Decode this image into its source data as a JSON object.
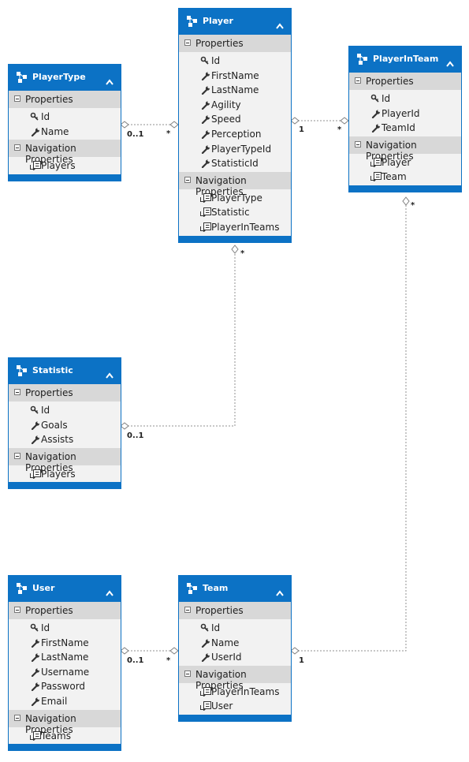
{
  "entities": [
    {
      "id": "playertype",
      "name": "PlayerType",
      "properties": [
        {
          "name": "Id",
          "key": true
        },
        {
          "name": "Name",
          "key": false
        }
      ],
      "navigation": [
        "Players"
      ]
    },
    {
      "id": "player",
      "name": "Player",
      "properties": [
        {
          "name": "Id",
          "key": true
        },
        {
          "name": "FirstName",
          "key": false
        },
        {
          "name": "LastName",
          "key": false
        },
        {
          "name": "Agility",
          "key": false
        },
        {
          "name": "Speed",
          "key": false
        },
        {
          "name": "Perception",
          "key": false
        },
        {
          "name": "PlayerTypeId",
          "key": false
        },
        {
          "name": "StatisticId",
          "key": false
        }
      ],
      "navigation": [
        "PlayerType",
        "Statistic",
        "PlayerInTeams"
      ]
    },
    {
      "id": "playerinteam",
      "name": "PlayerInTeam",
      "properties": [
        {
          "name": "Id",
          "key": true
        },
        {
          "name": "PlayerId",
          "key": false
        },
        {
          "name": "TeamId",
          "key": false
        }
      ],
      "navigation": [
        "Player",
        "Team"
      ]
    },
    {
      "id": "statistic",
      "name": "Statistic",
      "properties": [
        {
          "name": "Id",
          "key": true
        },
        {
          "name": "Goals",
          "key": false
        },
        {
          "name": "Assists",
          "key": false
        }
      ],
      "navigation": [
        "Players"
      ]
    },
    {
      "id": "user",
      "name": "User",
      "properties": [
        {
          "name": "Id",
          "key": true
        },
        {
          "name": "FirstName",
          "key": false
        },
        {
          "name": "LastName",
          "key": false
        },
        {
          "name": "Username",
          "key": false
        },
        {
          "name": "Password",
          "key": false
        },
        {
          "name": "Email",
          "key": false
        }
      ],
      "navigation": [
        "Teams"
      ]
    },
    {
      "id": "team",
      "name": "Team",
      "properties": [
        {
          "name": "Id",
          "key": true
        },
        {
          "name": "Name",
          "key": false
        },
        {
          "name": "UserId",
          "key": false
        }
      ],
      "navigation": [
        "PlayerInTeams",
        "User"
      ]
    }
  ],
  "sections": {
    "properties": "Properties",
    "navigation": "Navigation Properties"
  },
  "associations": [
    {
      "from": "playertype",
      "to": "player",
      "from_label": "0..1",
      "to_label": "*"
    },
    {
      "from": "player",
      "to": "playerinteam",
      "from_label": "1",
      "to_label": "*"
    },
    {
      "from": "statistic",
      "to": "player",
      "from_label": "0..1",
      "to_label": "*"
    },
    {
      "from": "user",
      "to": "team",
      "from_label": "0..1",
      "to_label": "*"
    },
    {
      "from": "team",
      "to": "playerinteam",
      "from_label": "1",
      "to_label": "*"
    }
  ],
  "colors": {
    "header": "#0c72c5",
    "section": "#d8d8d8",
    "body": "#f2f2f2",
    "line": "#909090"
  },
  "icons": {
    "entity": "entity-icon",
    "key": "key-icon",
    "property": "wrench-icon",
    "navigation": "navigation-icon",
    "collapse": "chevron-up-icon",
    "section": "collapse-box-icon"
  }
}
